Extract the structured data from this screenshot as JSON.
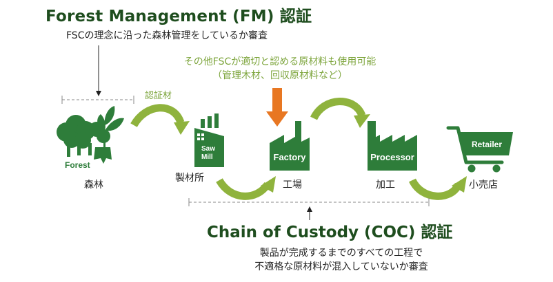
{
  "fm": {
    "title": "Forest Management (FM) 認証",
    "description": "FSCの理念に沿った森林管理をしているか審査"
  },
  "other_materials": {
    "line1": "その他FSCが適切と認める原材料も使用可能",
    "line2": "（管理木材、回収原材料など）"
  },
  "certified_material_label": "認証材",
  "nodes": {
    "forest": {
      "icon_text": "Forest",
      "label": "森林"
    },
    "sawmill": {
      "icon_text_1": "Saw",
      "icon_text_2": "Mill",
      "label": "製材所"
    },
    "factory": {
      "icon_text": "Factory",
      "label": "工場"
    },
    "processor": {
      "icon_text": "Processor",
      "label": "加工"
    },
    "retailer": {
      "icon_text": "Retailer",
      "label": "小売店"
    }
  },
  "coc": {
    "title": "Chain of Custody (COC) 認証",
    "description_line1": "製品が完成するまでのすべての工程で",
    "description_line2": "不適格な原材料が混入していないか審査"
  },
  "colors": {
    "dark_green": "#1e4d1e",
    "icon_green": "#2e7d3a",
    "light_green": "#7da53c",
    "arrow_green": "#8fb33d",
    "orange": "#e87722"
  }
}
